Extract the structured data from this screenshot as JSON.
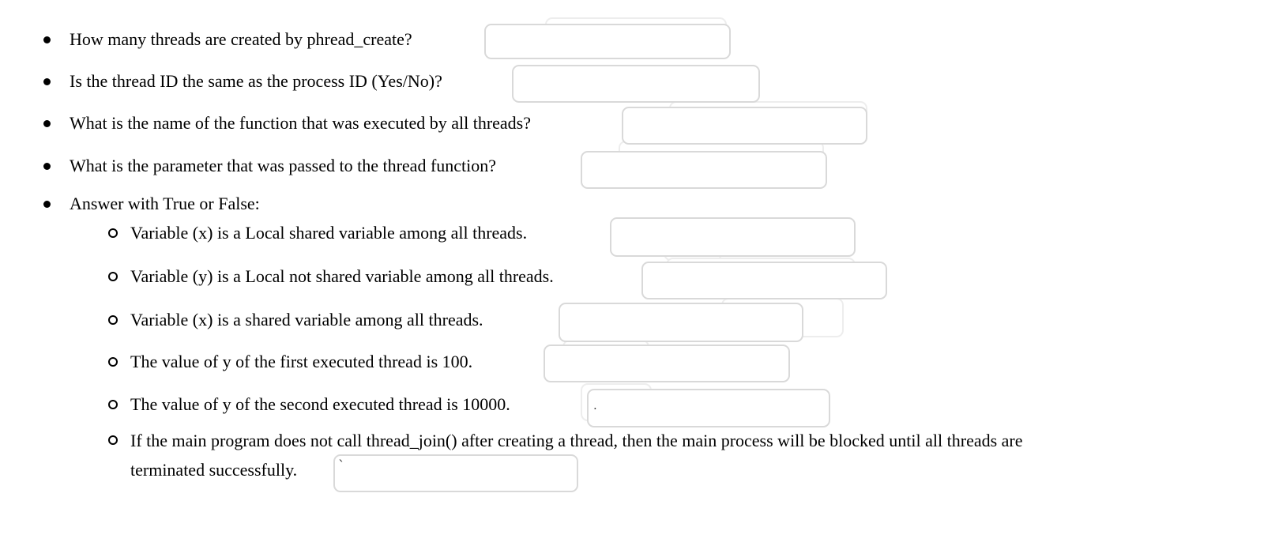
{
  "colors": {
    "background": "#ffffff",
    "text": "#000000",
    "answer_box_border": "#d9d9d9",
    "ghost_box_border": "#ededed",
    "answer_box_fill": "#ffffff"
  },
  "main_questions": [
    {
      "text": "How many threads are created by phread_create?",
      "answer": ""
    },
    {
      "text": "Is the thread ID the same as the process ID (Yes/No)?",
      "answer": ""
    },
    {
      "text": "What is the name of the function that was executed by all threads?",
      "answer": ""
    },
    {
      "text": "What is the parameter that was passed to the thread function?",
      "answer": ""
    }
  ],
  "true_false_section": {
    "heading": "Answer with True or False:",
    "items": [
      {
        "text": "Variable (x) is a Local shared variable among all threads.",
        "answer": ""
      },
      {
        "text": "Variable (y) is a Local not shared variable among all threads.",
        "answer": ""
      },
      {
        "text": "Variable (x) is a shared variable among all threads.",
        "answer": ""
      },
      {
        "text": "The value of y of the first executed thread is 100.",
        "answer": ""
      },
      {
        "text": "The value of y of the second executed thread is 10000.",
        "answer": "",
        "stray_mark": "."
      },
      {
        "text": "If the main program does not call thread_join() after creating a thread, then the main process will be blocked until all threads are\nterminated successfully.",
        "answer": "",
        "stray_mark": "`"
      }
    ]
  }
}
